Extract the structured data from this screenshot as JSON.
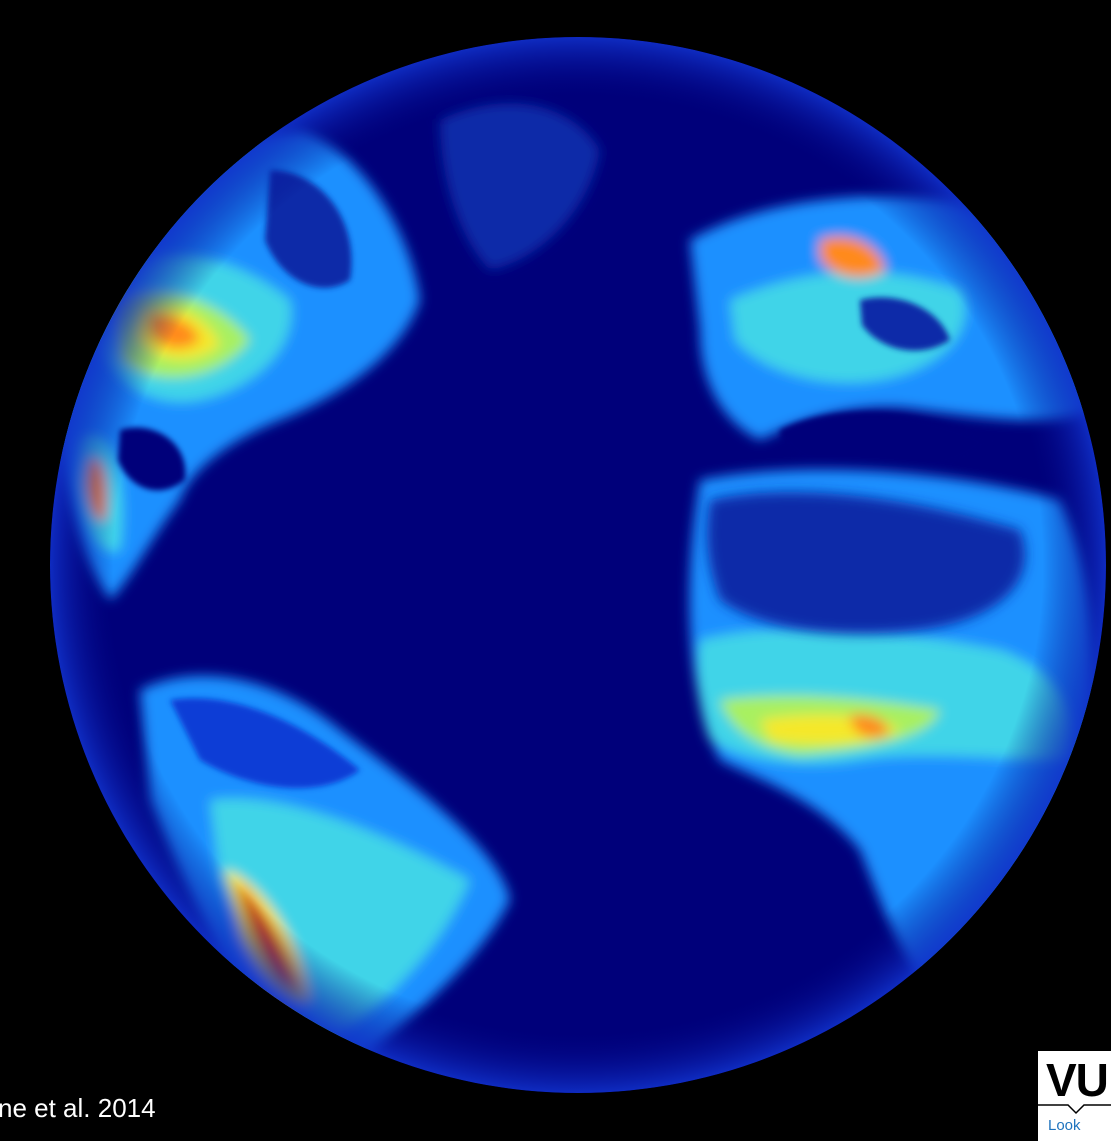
{
  "figure": {
    "citation": "ne et al. 2014"
  },
  "logo": {
    "text": "VU",
    "tagline": "Look",
    "tagline_color": "#1e73be"
  },
  "colors": {
    "background": "#000000",
    "ocean": "#00007a",
    "low": "#0a3cd6",
    "mid_low": "#1e90ff",
    "mid": "#3fd4e8",
    "mid_high": "#a8f060",
    "high": "#f5e82a",
    "very_high": "#ff8a1a",
    "max": "#d41e0a"
  },
  "legend_note": ""
}
